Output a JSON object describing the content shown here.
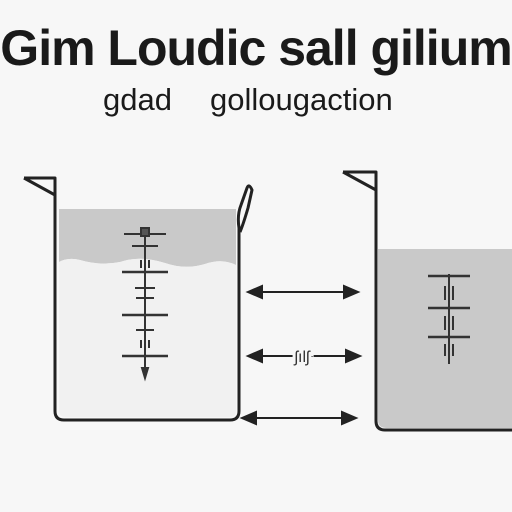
{
  "header": {
    "title": "Gim Loudic sall gilium",
    "subtitle_left": "gdad",
    "subtitle_right": "gollougaction"
  },
  "middle_arrow_label": "ʃılʃ",
  "colors": {
    "background": "#f7f7f7",
    "ink": "#1a1a1a",
    "liquid": "#c9c9c9",
    "liquid_light": "#dcdcdc",
    "outline": "#222222"
  },
  "icons": {
    "left_container": "beaker-icon",
    "right_container": "beaker-icon",
    "left_instrument": "hydrometer-scale-icon",
    "right_instrument": "hydrometer-scale-icon",
    "arrows": "double-arrow-icon"
  }
}
